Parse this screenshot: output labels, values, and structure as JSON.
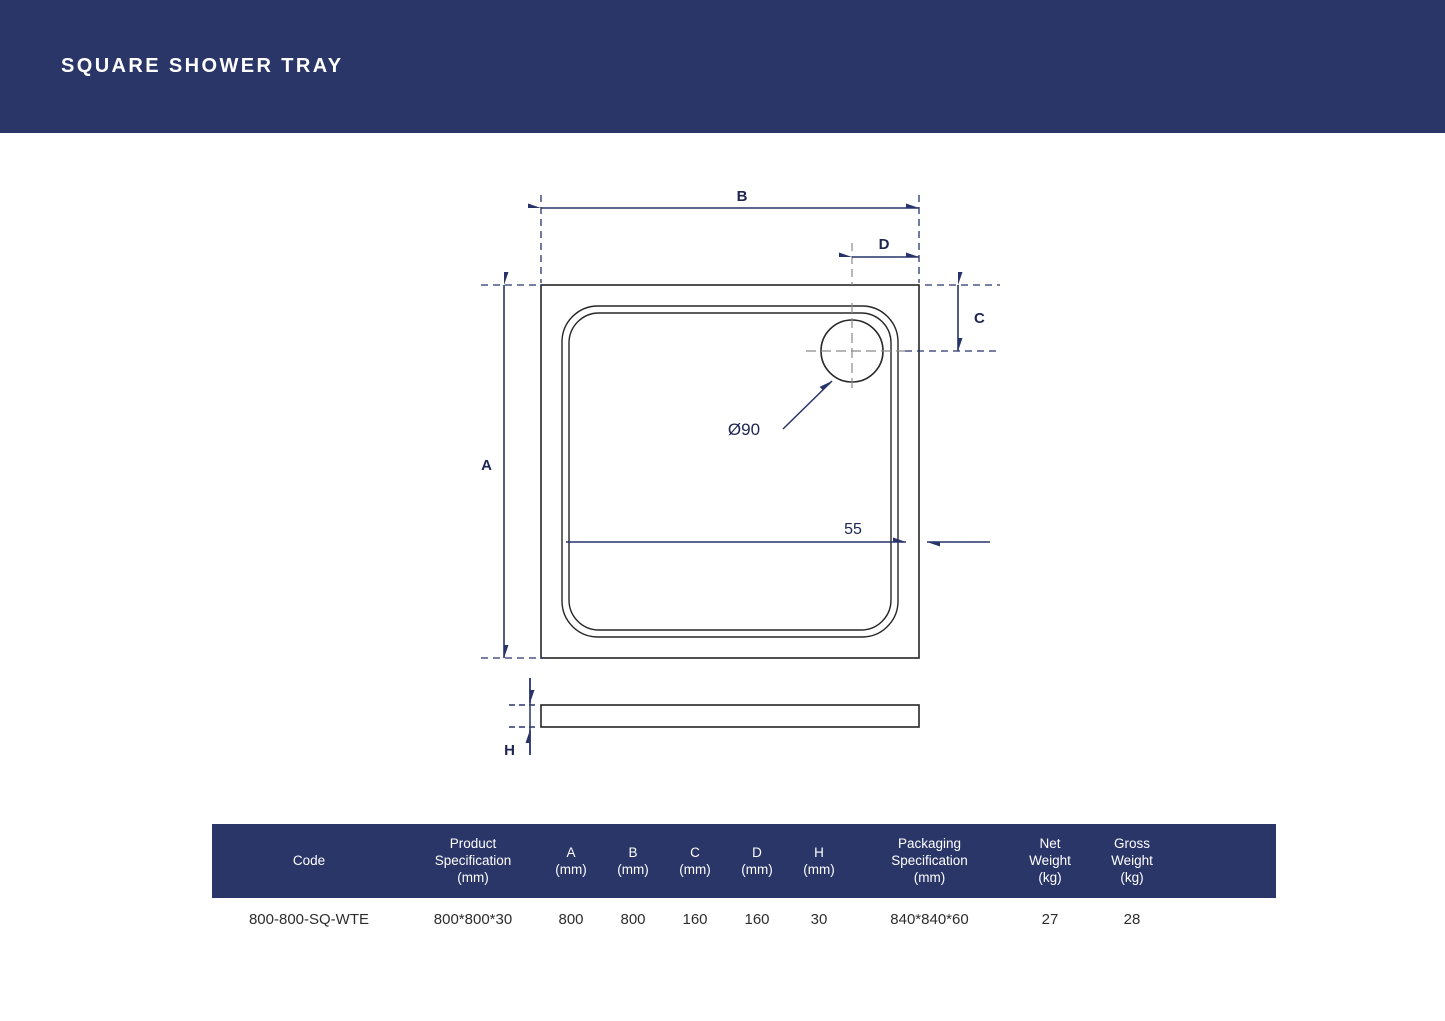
{
  "header": {
    "title": "SQUARE SHOWER TRAY",
    "background_color": "#2a3568",
    "text_color": "#ffffff"
  },
  "colors": {
    "navy": "#2a3568",
    "dimension_line": "#27336a",
    "outline": "#262626",
    "table_header_bg": "#2a3568",
    "table_row_text": "#2d2d2d"
  },
  "drawing": {
    "title": "square-shower-tray-technical-drawing",
    "dimension_labels": {
      "width_top": "B",
      "height_left": "A",
      "drain_offset_vertical": "C",
      "drain_offset_horizontal": "D",
      "thickness": "H"
    },
    "annotations": {
      "drain_diameter": "Ø90",
      "rim_width": "55"
    }
  },
  "table": {
    "name": "product-specification-table",
    "columns": [
      {
        "key": "code",
        "lines": [
          "Code"
        ]
      },
      {
        "key": "prodspec",
        "lines": [
          "Product",
          "Specification",
          "(mm)"
        ]
      },
      {
        "key": "a",
        "lines": [
          "A",
          "(mm)"
        ]
      },
      {
        "key": "b",
        "lines": [
          "B",
          "(mm)"
        ]
      },
      {
        "key": "c",
        "lines": [
          "C",
          "(mm)"
        ]
      },
      {
        "key": "d",
        "lines": [
          "D",
          "(mm)"
        ]
      },
      {
        "key": "h",
        "lines": [
          "H",
          "(mm)"
        ]
      },
      {
        "key": "pack",
        "lines": [
          "Packaging",
          "Specification",
          "(mm)"
        ]
      },
      {
        "key": "net",
        "lines": [
          "Net",
          "Weight",
          "(kg)"
        ]
      },
      {
        "key": "gross",
        "lines": [
          "Gross",
          "Weight",
          "(kg)"
        ]
      },
      {
        "key": "pad",
        "lines": [
          ""
        ]
      }
    ],
    "rows": [
      {
        "code": "800-800-SQ-WTE",
        "prodspec": "800*800*30",
        "a": "800",
        "b": "800",
        "c": "160",
        "d": "160",
        "h": "30",
        "pack": "840*840*60",
        "net": "27",
        "gross": "28",
        "pad": ""
      }
    ]
  }
}
